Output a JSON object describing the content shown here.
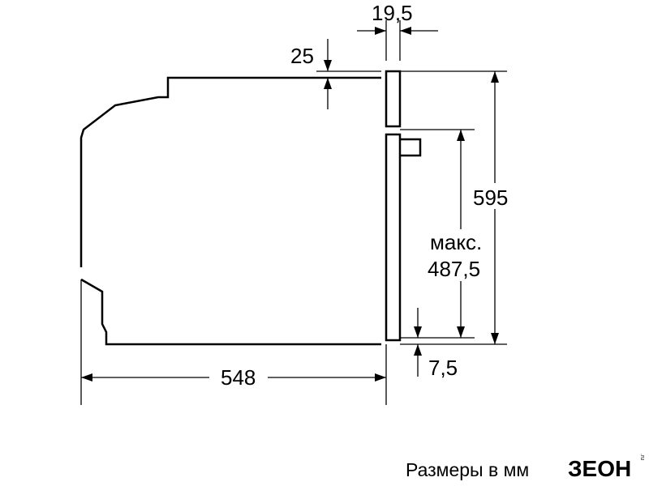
{
  "diagram": {
    "dims": {
      "front_panel_width": "19,5",
      "top_offset": "25",
      "total_height": "595",
      "max_label": "макс.",
      "max_height": "487,5",
      "bottom_offset": "7,5",
      "depth": "548"
    },
    "caption": "Размеры в мм",
    "logo": {
      "text": "ЗЕОН",
      "small": ".ru"
    }
  }
}
